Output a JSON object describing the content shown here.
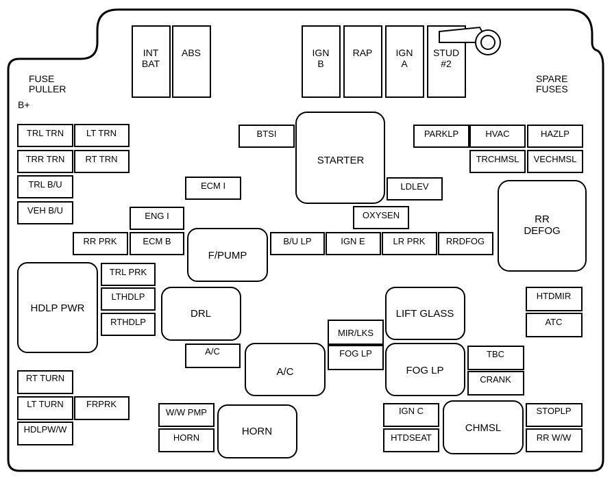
{
  "side_labels": {
    "fuse_puller_line1": "FUSE",
    "fuse_puller_line2": "PULLER",
    "b_plus": "B+",
    "spare_fuses_line1": "SPARE",
    "spare_fuses_line2": "FUSES"
  },
  "top_relays": [
    {
      "id": "int-bat",
      "lines": [
        "INT",
        "BAT"
      ]
    },
    {
      "id": "abs",
      "lines": [
        "ABS"
      ]
    },
    {
      "id": "ign-b",
      "lines": [
        "IGN",
        "B"
      ]
    },
    {
      "id": "rap",
      "lines": [
        "RAP"
      ]
    },
    {
      "id": "ign-a",
      "lines": [
        "IGN",
        "A"
      ]
    },
    {
      "id": "stud-2",
      "lines": [
        "STUD",
        "#2"
      ]
    }
  ],
  "fuses": [
    {
      "id": "trl-trn",
      "label": "TRL TRN"
    },
    {
      "id": "lt-trn",
      "label": "LT TRN"
    },
    {
      "id": "trr-trn",
      "label": "TRR TRN"
    },
    {
      "id": "rt-trn",
      "label": "RT TRN"
    },
    {
      "id": "trl-b-u",
      "label": "TRL B/U"
    },
    {
      "id": "veh-b-u",
      "label": "VEH B/U"
    },
    {
      "id": "btsi",
      "label": "BTSI"
    },
    {
      "id": "ecm-i",
      "label": "ECM I"
    },
    {
      "id": "eng-i",
      "label": "ENG I"
    },
    {
      "id": "rr-prk",
      "label": "RR PRK"
    },
    {
      "id": "ecm-b",
      "label": "ECM B"
    },
    {
      "id": "parklp",
      "label": "PARKLP"
    },
    {
      "id": "hvac",
      "label": "HVAC"
    },
    {
      "id": "hazlp",
      "label": "HAZLP"
    },
    {
      "id": "trchmsl",
      "label": "TRCHMSL"
    },
    {
      "id": "vechmsl",
      "label": "VECHMSL"
    },
    {
      "id": "ldlev",
      "label": "LDLEV"
    },
    {
      "id": "oxysen",
      "label": "OXYSEN"
    },
    {
      "id": "b-u-lp",
      "label": "B/U LP"
    },
    {
      "id": "ign-e",
      "label": "IGN E"
    },
    {
      "id": "lr-prk",
      "label": "LR PRK"
    },
    {
      "id": "rrdfog",
      "label": "RRDFOG"
    },
    {
      "id": "trl-prk",
      "label": "TRL PRK"
    },
    {
      "id": "lthdlp",
      "label": "LTHDLP"
    },
    {
      "id": "rthdlp",
      "label": "RTHDLP"
    },
    {
      "id": "htdmir",
      "label": "HTDMIR"
    },
    {
      "id": "atc",
      "label": "ATC"
    },
    {
      "id": "mir-lks",
      "label": "MIR/LKS"
    },
    {
      "id": "a-c-fuse",
      "label": "A/C"
    },
    {
      "id": "fog-lp-fuse",
      "label": "FOG LP"
    },
    {
      "id": "tbc",
      "label": "TBC"
    },
    {
      "id": "crank",
      "label": "CRANK"
    },
    {
      "id": "rt-turn",
      "label": "RT TURN"
    },
    {
      "id": "lt-turn",
      "label": "LT TURN"
    },
    {
      "id": "frprk",
      "label": "FRPRK"
    },
    {
      "id": "hdlpw-w",
      "label": "HDLPW/W"
    },
    {
      "id": "w-w-pmp",
      "label": "W/W PMP"
    },
    {
      "id": "horn-fuse",
      "label": "HORN"
    },
    {
      "id": "ign-c",
      "label": "IGN C"
    },
    {
      "id": "htdseat",
      "label": "HTDSEAT"
    },
    {
      "id": "stoplp",
      "label": "STOPLP"
    },
    {
      "id": "rr-w-w",
      "label": "RR W/W"
    }
  ],
  "relays": [
    {
      "id": "starter",
      "lines": [
        "STARTER"
      ]
    },
    {
      "id": "rr-defog",
      "lines": [
        "RR",
        "DEFOG"
      ]
    },
    {
      "id": "f-pump",
      "lines": [
        "F/PUMP"
      ]
    },
    {
      "id": "hdlp-pwr",
      "lines": [
        "HDLP PWR"
      ]
    },
    {
      "id": "drl",
      "lines": [
        "DRL"
      ]
    },
    {
      "id": "lift-glass",
      "lines": [
        "LIFT GLASS"
      ]
    },
    {
      "id": "a-c-relay",
      "lines": [
        "A/C"
      ]
    },
    {
      "id": "fog-lp-relay",
      "lines": [
        "FOG LP"
      ]
    },
    {
      "id": "horn-relay",
      "lines": [
        "HORN"
      ]
    },
    {
      "id": "chmsl",
      "lines": [
        "CHMSL"
      ]
    }
  ]
}
